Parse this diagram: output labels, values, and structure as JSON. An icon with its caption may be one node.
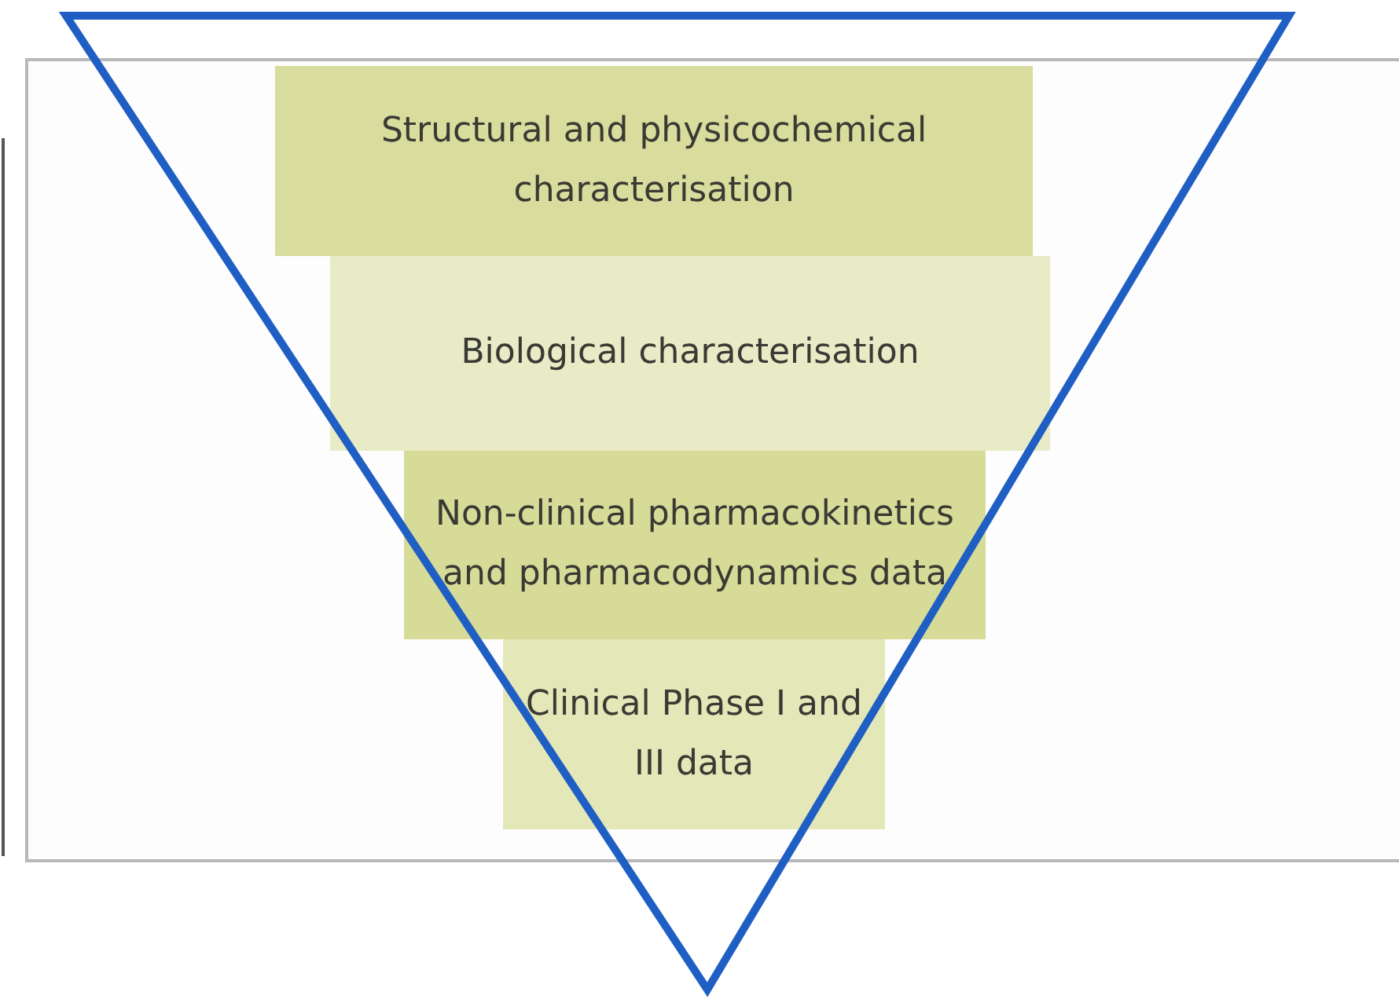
{
  "diagram": {
    "nodes": [
      {
        "text": [
          "Structural and physicochemical characterisation"
        ]
      },
      {
        "text": [
          "Biological characterisation"
        ]
      },
      {
        "text": [
          "Non-clinical pharmacokinetics and pharmacodynamics data"
        ]
      },
      {
        "text": [
          "Clinical Phase I and III data"
        ]
      }
    ]
  }
}
